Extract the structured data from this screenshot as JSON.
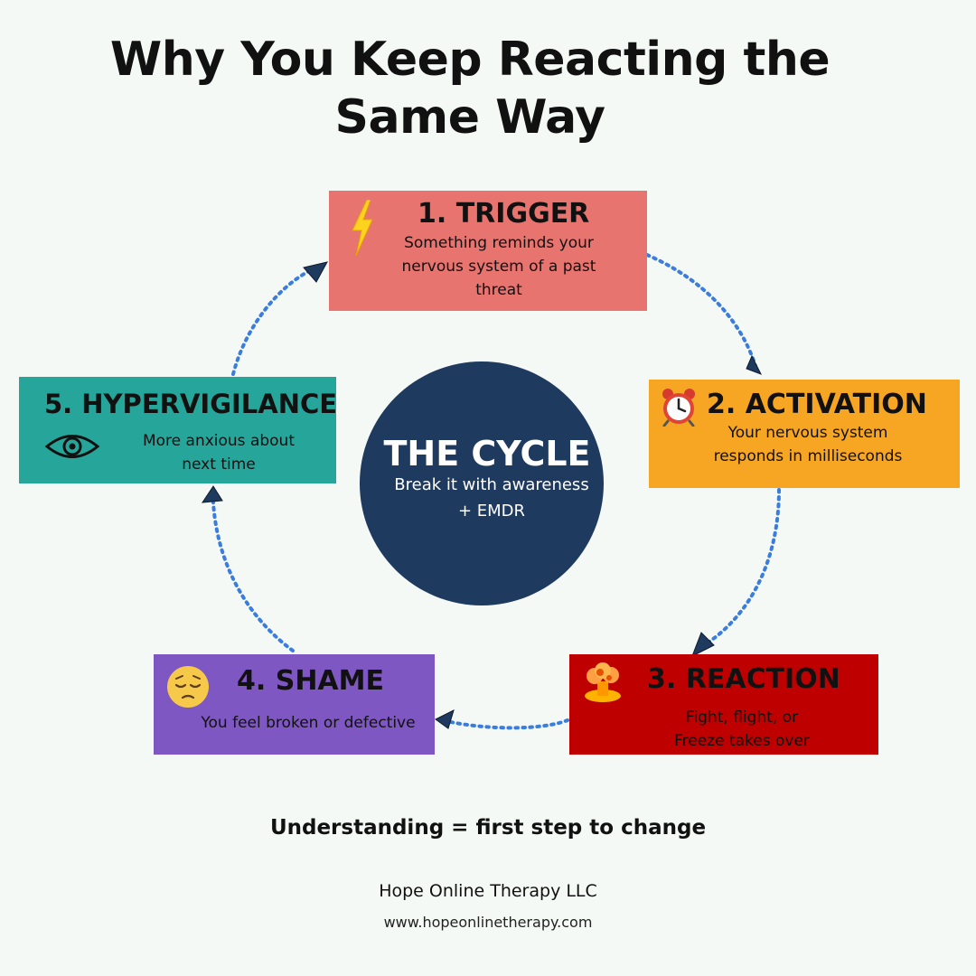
{
  "title": "Why You Keep Reacting the Same Way",
  "center": {
    "title": "THE CYCLE",
    "subtitle_line1": "Break it with awareness",
    "subtitle_line2": "+ EMDR"
  },
  "steps": [
    {
      "heading": "1. TRIGGER",
      "description": [
        "Something reminds your",
        "nervous system of a past",
        "threat"
      ],
      "icon": "lightning-bolt-icon",
      "color": "#e87470"
    },
    {
      "heading": "2. ACTIVATION",
      "description": [
        "Your nervous system",
        "responds in milliseconds"
      ],
      "icon": "alarm-clock-icon",
      "color": "#f6a623"
    },
    {
      "heading": "3. REACTION",
      "description": [
        "Fight, flight, or",
        "Freeze takes over"
      ],
      "icon": "explosion-icon",
      "color": "#be0000"
    },
    {
      "heading": "4. SHAME",
      "description": [
        "You feel broken or defective"
      ],
      "icon": "pensive-face-icon",
      "color": "#7e57c2"
    },
    {
      "heading": "5. HYPERVIGILANCE",
      "description": [
        "More anxious about",
        "next time"
      ],
      "icon": "eye-icon",
      "color": "#26a69a"
    }
  ],
  "tagline": "Understanding = first step to change",
  "footer": {
    "organization": "Hope Online Therapy LLC",
    "website": "www.hopeonlinetherapy.com"
  },
  "colors": {
    "background": "#f5f9f6",
    "center_circle": "#1f3a5f",
    "connector": "#3b7ddd",
    "arrowhead": "#1f3a5f"
  }
}
